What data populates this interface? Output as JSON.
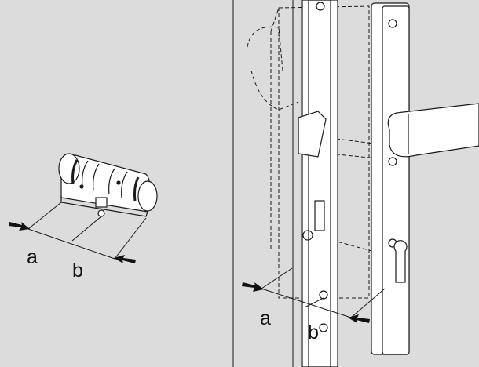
{
  "figure": {
    "background_color": "#dcdcdc",
    "line_color": "#1a1a1a",
    "fill_color": "#ffffff",
    "icon_names": [
      "cylinder-lock-icon",
      "door-handle-icon",
      "dimension-arrow-icon"
    ]
  },
  "cylinder": {
    "label_a": "a",
    "label_b": "b"
  },
  "door": {
    "label_a": "a",
    "label_b": "b"
  }
}
